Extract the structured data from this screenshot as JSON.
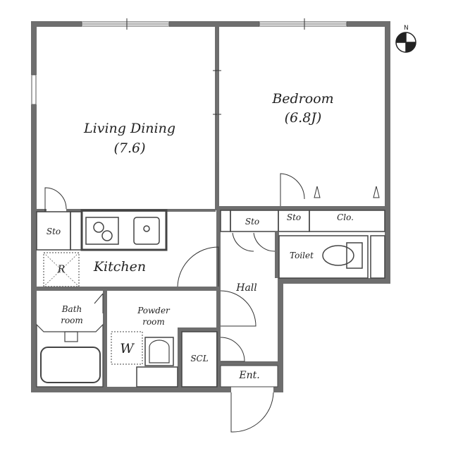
{
  "compass": {
    "north": "N"
  },
  "rooms": {
    "living": {
      "name": "Living Dining",
      "size": "(7.6)"
    },
    "bedroom": {
      "name": "Bedroom",
      "size": "(6.8J)"
    },
    "kitchen": {
      "name": "Kitchen"
    },
    "sto_left": {
      "name": "Sto"
    },
    "sto_mid": {
      "name": "Sto"
    },
    "sto_right": {
      "name": "Sto"
    },
    "closet": {
      "name": "Clo."
    },
    "toilet": {
      "name": "Toilet"
    },
    "hall": {
      "name": "Hall"
    },
    "bath": {
      "name1": "Bath",
      "name2": "room"
    },
    "powder": {
      "name1": "Powder",
      "name2": "room"
    },
    "washer": {
      "name": "W"
    },
    "fridge": {
      "name": "R"
    },
    "scl": {
      "name": "SCL"
    },
    "entrance": {
      "name": "Ent."
    }
  }
}
